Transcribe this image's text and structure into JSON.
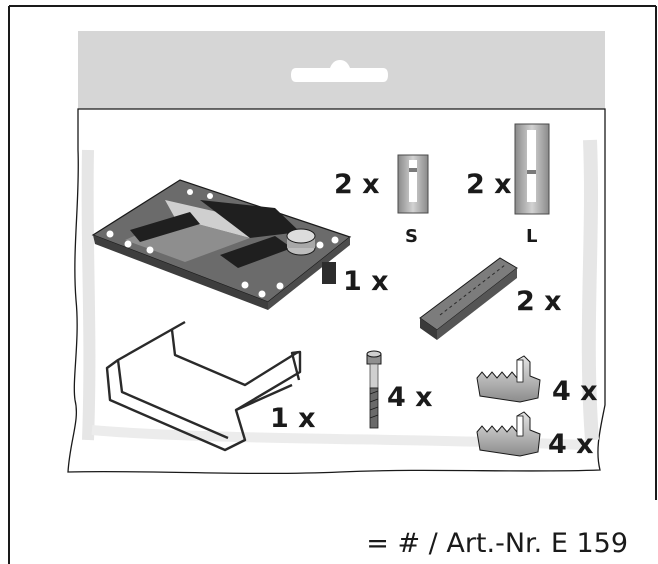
{
  "parts": {
    "spacer_s": {
      "qty": "2 x",
      "size": "S"
    },
    "spacer_l": {
      "qty": "2 x",
      "size": "L"
    },
    "base_plate": {
      "qty": "1 x"
    },
    "toothed_rail": {
      "qty": "2 x"
    },
    "wire_bracket": {
      "qty": "1 x"
    },
    "screw": {
      "qty": "4 x"
    },
    "clamp_upper": {
      "qty": "4 x"
    },
    "clamp_lower": {
      "qty": "4 x"
    }
  },
  "footer": {
    "article_text": "= # / Art.-Nr. E 159"
  },
  "colors": {
    "bag_header": "#d6d6d6",
    "part_dark": "#6b6b6b",
    "part_light": "#bdbdbd",
    "outline": "#1a1a1a"
  }
}
